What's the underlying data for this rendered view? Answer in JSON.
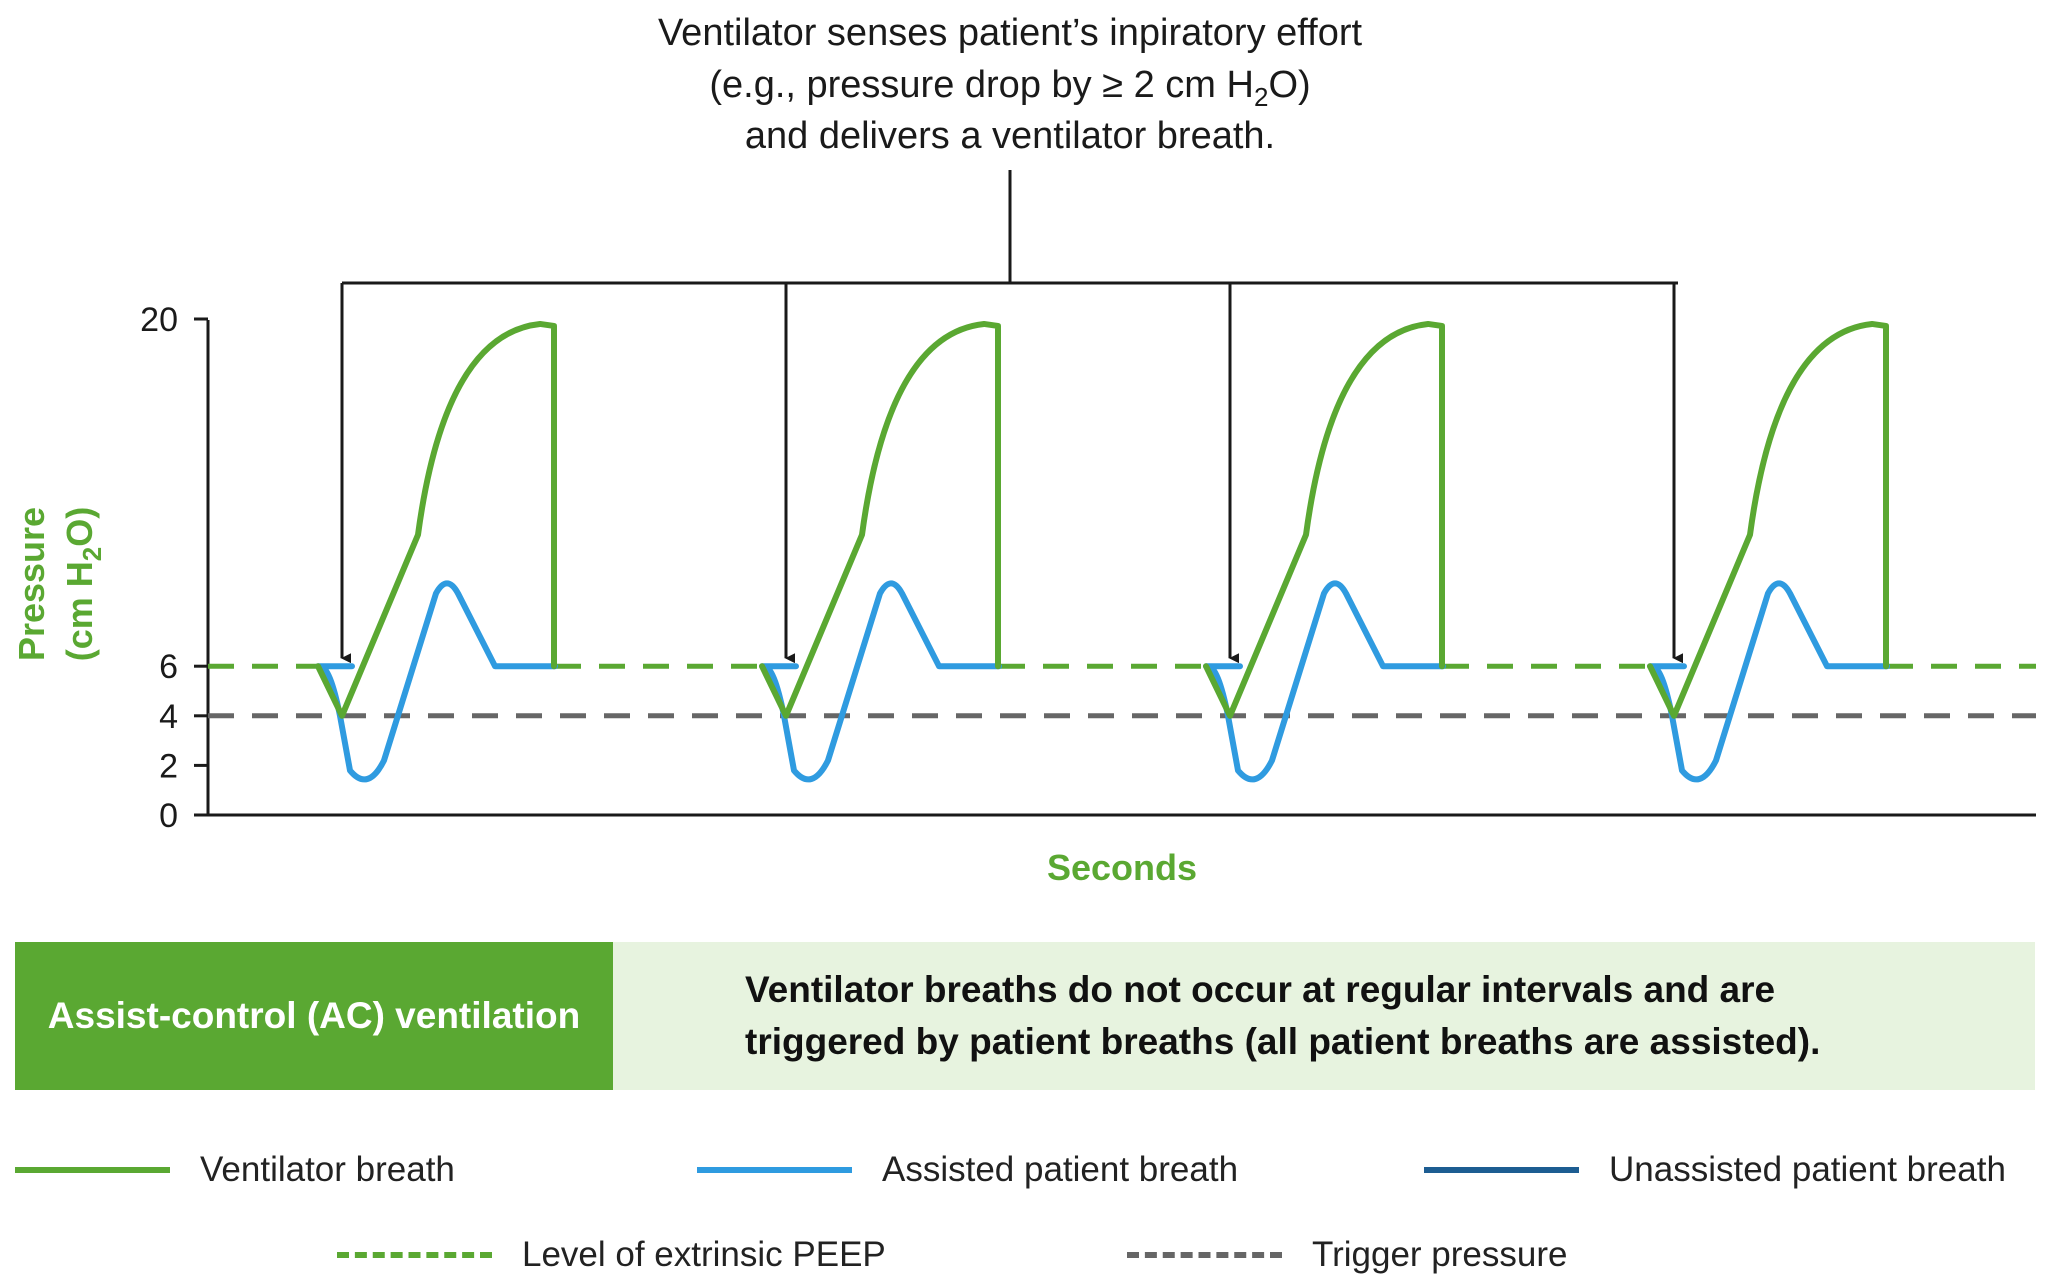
{
  "annotation": {
    "line1": "Ventilator senses patient’s inpiratory effort",
    "line2_prefix": "(e.g., pressure drop by ≥ 2 cm H",
    "line2_sub": "2",
    "line2_suffix": "O)",
    "line3": "and delivers a ventilator breath."
  },
  "y_axis": {
    "title_line1": "Pressure",
    "title_line2_prefix": "(cm H",
    "title_line2_sub": "2",
    "title_line2_suffix": "O)",
    "ticks": [
      "20",
      "6",
      "4",
      "2",
      "0"
    ]
  },
  "x_axis": {
    "title": "Seconds"
  },
  "banner": {
    "label": "Assist-control (AC) ventilation",
    "description_line1": "Ventilator breaths do not occur at regular intervals and are",
    "description_line2": "triggered by patient breaths (all patient breaths are assisted)."
  },
  "legend": {
    "ventilator_breath": "Ventilator breath",
    "assisted_patient_breath": "Assisted patient breath",
    "unassisted_patient_breath": "Unassisted patient breath",
    "extrinsic_peep": "Level of extrinsic PEEP",
    "trigger_pressure": "Trigger pressure"
  },
  "colors": {
    "ventilator_breath": "#5aa832",
    "assisted_patient_breath": "#2f9be0",
    "unassisted_patient_breath": "#1d5d92",
    "peep_line": "#5aa832",
    "trigger_line": "#666666",
    "axis": "#1a1a1a"
  },
  "chart_data": {
    "type": "line",
    "ylim": [
      0,
      20
    ],
    "yticks": [
      0,
      2,
      4,
      6,
      20
    ],
    "extrinsic_peep": 6,
    "trigger_pressure": 4,
    "breath_count": 4,
    "ventilator_peak": 19.8,
    "patient_breath_min": 2.2,
    "patient_breath_peak": 9.5
  }
}
